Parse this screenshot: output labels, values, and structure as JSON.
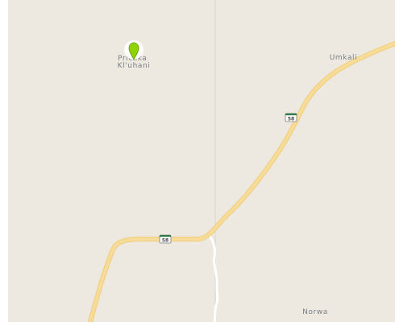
{
  "map": {
    "places": [
      {
        "id": "place-prieska-kliphuis",
        "lines": [
          "Prieska",
          "Kl'uhani"
        ]
      },
      {
        "id": "place-umkali",
        "lines": [
          "Umkali"
        ]
      },
      {
        "id": "place-norwa",
        "lines": [
          "Norwa"
        ]
      }
    ],
    "route_shields": [
      {
        "id": "route-shield-upper",
        "label": "58"
      },
      {
        "id": "route-shield-lower",
        "label": "58"
      }
    ],
    "marker": {
      "icon": "location-pin-icon",
      "color": "#8fd400"
    },
    "colors": {
      "land": "#ede9e0",
      "road": "#f6d88f",
      "road_casing": "#f0cd7a",
      "river": "#ffffff",
      "boundary": "#d9d6cf"
    }
  }
}
